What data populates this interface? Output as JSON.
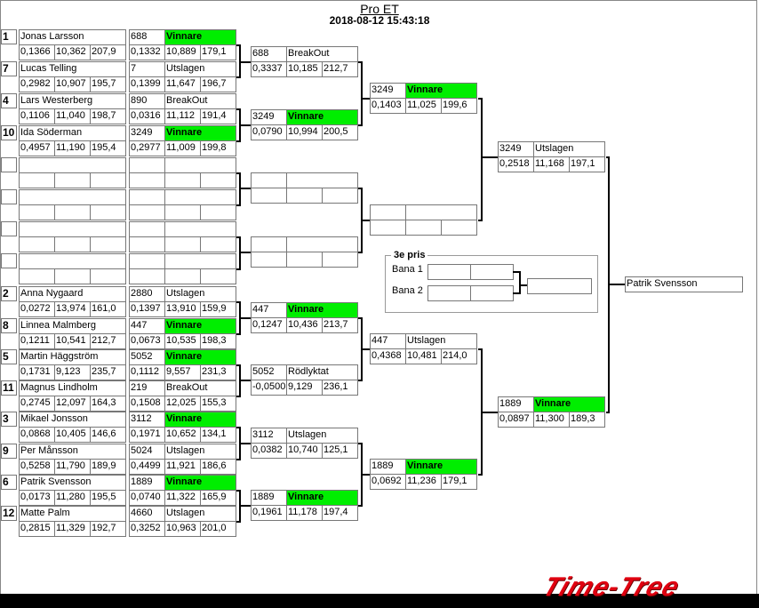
{
  "header": {
    "title": "Pro ET",
    "datetime": "2018-08-12 15:43:18"
  },
  "round1": [
    {
      "seed": "1",
      "name": "Jonas Larsson",
      "rt": "0,1366",
      "et": "10,362",
      "speed": "207,9",
      "num": "688",
      "status": "Vinnare",
      "rrt": "0,1332",
      "ret": "10,889",
      "rspeed": "179,1"
    },
    {
      "seed": "7",
      "name": "Lucas Telling",
      "rt": "0,2982",
      "et": "10,907",
      "speed": "195,7",
      "num": "7",
      "status": "Utslagen",
      "rrt": "0,1399",
      "ret": "11,647",
      "rspeed": "196,7"
    },
    {
      "seed": "4",
      "name": "Lars Westerberg",
      "rt": "0,1106",
      "et": "11,040",
      "speed": "198,7",
      "num": "890",
      "status": "BreakOut",
      "rrt": "0,0316",
      "ret": "11,112",
      "rspeed": "191,4"
    },
    {
      "seed": "10",
      "name": "Ida Söderman",
      "rt": "0,4957",
      "et": "11,190",
      "speed": "195,4",
      "num": "3249",
      "status": "Vinnare",
      "rrt": "0,2977",
      "ret": "11,009",
      "rspeed": "199,8"
    },
    {},
    {},
    {},
    {},
    {
      "seed": "2",
      "name": "Anna Nygaard",
      "rt": "0,0272",
      "et": "13,974",
      "speed": "161,0",
      "num": "2880",
      "status": "Utslagen",
      "rrt": "0,1397",
      "ret": "13,910",
      "rspeed": "159,9"
    },
    {
      "seed": "8",
      "name": "Linnea Malmberg",
      "rt": "0,1211",
      "et": "10,541",
      "speed": "212,7",
      "num": "447",
      "status": "Vinnare",
      "rrt": "0,0673",
      "ret": "10,535",
      "rspeed": "198,3"
    },
    {
      "seed": "5",
      "name": "Martin Häggström",
      "rt": "0,1731",
      "et": "9,123",
      "speed": "235,7",
      "num": "5052",
      "status": "Vinnare",
      "rrt": "0,1112",
      "ret": "9,557",
      "rspeed": "231,3"
    },
    {
      "seed": "11",
      "name": "Magnus Lindholm",
      "rt": "0,2745",
      "et": "12,097",
      "speed": "164,3",
      "num": "219",
      "status": "BreakOut",
      "rrt": "0,1508",
      "ret": "12,025",
      "rspeed": "155,3"
    },
    {
      "seed": "3",
      "name": "Mikael Jonsson",
      "rt": "0,0868",
      "et": "10,405",
      "speed": "146,6",
      "num": "3112",
      "status": "Vinnare",
      "rrt": "0,1971",
      "ret": "10,652",
      "rspeed": "134,1"
    },
    {
      "seed": "9",
      "name": "Per Månsson",
      "rt": "0,5258",
      "et": "11,790",
      "speed": "189,9",
      "num": "5024",
      "status": "Utslagen",
      "rrt": "0,4499",
      "ret": "11,921",
      "rspeed": "186,6"
    },
    {
      "seed": "6",
      "name": "Patrik Svensson",
      "rt": "0,0173",
      "et": "11,280",
      "speed": "195,5",
      "num": "1889",
      "status": "Vinnare",
      "rrt": "0,0740",
      "ret": "11,322",
      "rspeed": "165,9"
    },
    {
      "seed": "12",
      "name": "Matte Palm",
      "rt": "0,2815",
      "et": "11,329",
      "speed": "192,7",
      "num": "4660",
      "status": "Utslagen",
      "rrt": "0,3252",
      "ret": "10,963",
      "rspeed": "201,0"
    }
  ],
  "round2": [
    {
      "num": "688",
      "status": "BreakOut",
      "rt": "0,3337",
      "et": "10,185",
      "speed": "212,7"
    },
    {
      "num": "3249",
      "status": "Vinnare",
      "rt": "0,0790",
      "et": "10,994",
      "speed": "200,5"
    },
    {},
    {},
    {
      "num": "447",
      "status": "Vinnare",
      "rt": "0,1247",
      "et": "10,436",
      "speed": "213,7"
    },
    {
      "num": "5052",
      "status": "Rödlyktat",
      "rt": "-0,0500",
      "et": "9,129",
      "speed": "236,1"
    },
    {
      "num": "3112",
      "status": "Utslagen",
      "rt": "0,0382",
      "et": "10,740",
      "speed": "125,1"
    },
    {
      "num": "1889",
      "status": "Vinnare",
      "rt": "0,1961",
      "et": "11,178",
      "speed": "197,4"
    }
  ],
  "round3": [
    {
      "num": "3249",
      "status": "Vinnare",
      "rt": "0,1403",
      "et": "11,025",
      "speed": "199,6"
    },
    {},
    {
      "num": "447",
      "status": "Utslagen",
      "rt": "0,4368",
      "et": "10,481",
      "speed": "214,0"
    },
    {
      "num": "1889",
      "status": "Vinnare",
      "rt": "0,0692",
      "et": "11,236",
      "speed": "179,1"
    }
  ],
  "round4": [
    {
      "num": "3249",
      "status": "Utslagen",
      "rt": "0,2518",
      "et": "11,168",
      "speed": "197,1"
    },
    {
      "num": "1889",
      "status": "Vinnare",
      "rt": "0,0897",
      "et": "11,300",
      "speed": "189,3"
    }
  ],
  "final": {
    "winner": "Patrik Svensson"
  },
  "third_place": {
    "title": "3e pris",
    "lane1": "Bana 1",
    "lane2": "Bana 2"
  },
  "logo": "Time-Tree",
  "colors": {
    "winner": "#00ee00",
    "logo": "#e00010"
  }
}
